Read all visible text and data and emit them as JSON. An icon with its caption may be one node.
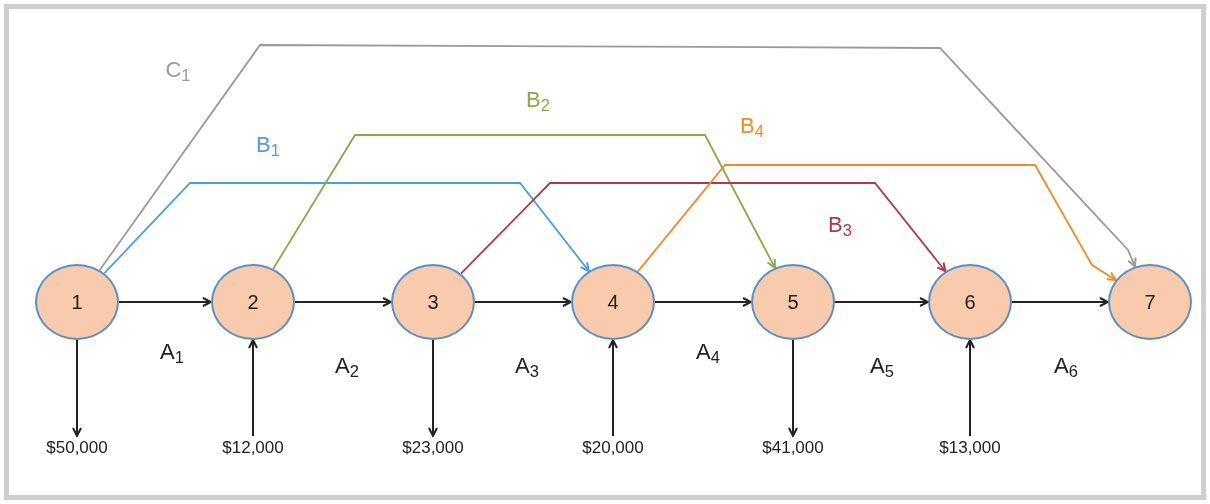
{
  "diagram": {
    "nodes": [
      {
        "text": [
          "1"
        ]
      },
      {
        "text": [
          "2"
        ]
      },
      {
        "text": [
          "3"
        ]
      },
      {
        "text": [
          "4"
        ]
      },
      {
        "text": [
          "5"
        ]
      },
      {
        "text": [
          "6"
        ]
      },
      {
        "text": [
          "7"
        ]
      },
      {
        "text": [
          "$50,000"
        ]
      },
      {
        "text": [
          "$12,000"
        ]
      },
      {
        "text": [
          "$23,000"
        ]
      },
      {
        "text": [
          "$20,000"
        ]
      },
      {
        "text": [
          "$41,000"
        ]
      },
      {
        "text": [
          "$13,000"
        ]
      }
    ],
    "edges": [
      {
        "from": 0,
        "to": 1,
        "arrow": "to",
        "label": "A$_{1}$"
      },
      {
        "from": 1,
        "to": 2,
        "arrow": "to",
        "label": "A$_{2}$"
      },
      {
        "from": 2,
        "to": 3,
        "arrow": "to",
        "label": "A$_{3}$"
      },
      {
        "from": 3,
        "to": 4,
        "arrow": "to",
        "label": "A$_{4}$"
      },
      {
        "from": 4,
        "to": 5,
        "arrow": "to",
        "label": "A$_{5}$"
      },
      {
        "from": 5,
        "to": 6,
        "arrow": "to",
        "label": "A$_{6}$"
      },
      {
        "from": 0,
        "to": 3,
        "arrow": "to",
        "label": "B$_{1}$",
        "color": "#4a9fdc"
      },
      {
        "from": 1,
        "to": 4,
        "arrow": "to",
        "label": "B$_{2}$",
        "color": "#8aaa4a"
      },
      {
        "from": 2,
        "to": 5,
        "arrow": "to",
        "label": "B$_{3}$",
        "color": "#b03a48"
      },
      {
        "from": 3,
        "to": 6,
        "arrow": "to",
        "label": "B$_{4}$",
        "color": "#f28a2a"
      },
      {
        "from": 0,
        "to": 6,
        "arrow": "to",
        "label": "C$_{1}$",
        "color": "#9a9a9a"
      },
      {
        "from": 0,
        "to": 7,
        "arrow": "to"
      },
      {
        "from": 8,
        "to": 1,
        "arrow": "to"
      },
      {
        "from": 2,
        "to": 9,
        "arrow": "to"
      },
      {
        "from": 10,
        "to": 3,
        "arrow": "to"
      },
      {
        "from": 4,
        "to": 11,
        "arrow": "to"
      },
      {
        "from": 12,
        "to": 5,
        "arrow": "to"
      }
    ]
  }
}
